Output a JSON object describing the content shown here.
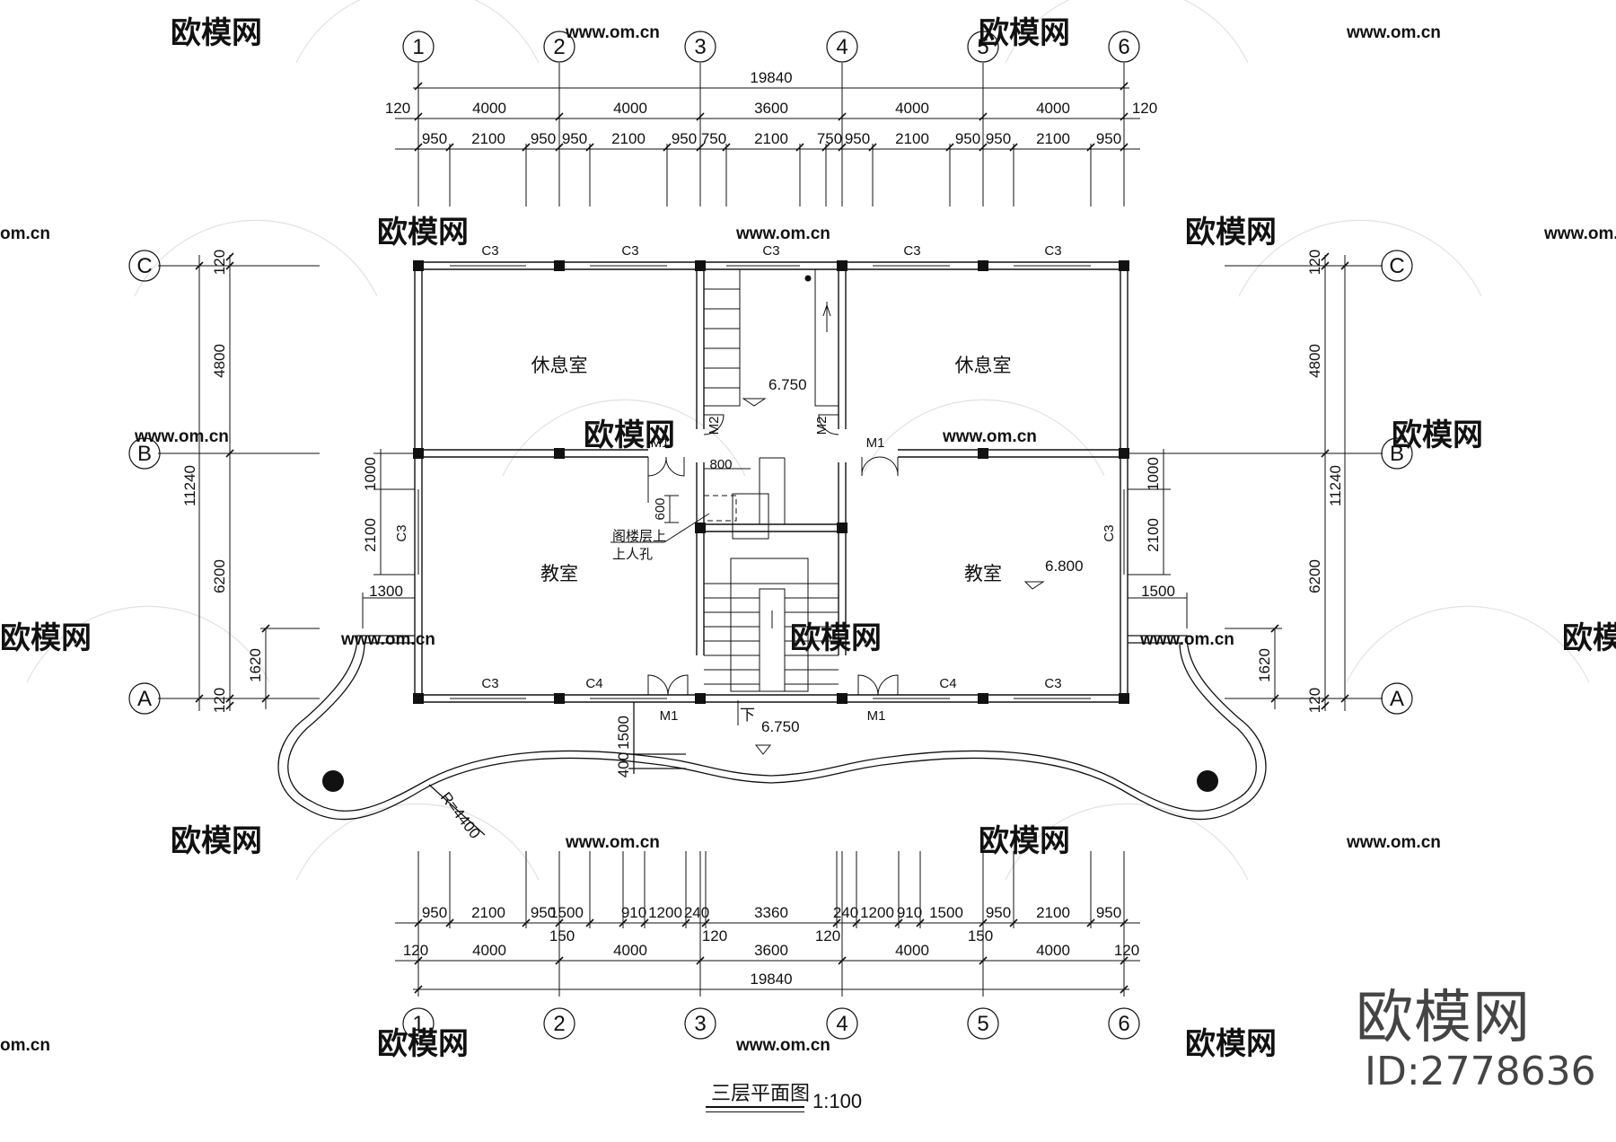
{
  "drawing": {
    "title": "三层平面图",
    "scale": "1:100"
  },
  "grid": {
    "columns": [
      "1",
      "2",
      "3",
      "4",
      "5",
      "6"
    ],
    "rows": [
      "A",
      "B",
      "C"
    ]
  },
  "top_dims": {
    "total": "19840",
    "bays": [
      "4000",
      "4000",
      "3600",
      "4000",
      "4000"
    ],
    "edge_left": "120",
    "edge_right": "120",
    "openings": [
      "950",
      "2100",
      "950",
      "950",
      "2100",
      "950",
      "750",
      "2100",
      "750",
      "950",
      "2100",
      "950",
      "950",
      "2100",
      "950"
    ]
  },
  "bottom_dims": {
    "total": "19840",
    "bays": [
      "4000",
      "4000",
      "3600",
      "4000",
      "4000"
    ],
    "edges": [
      "120",
      "150",
      "120",
      "120",
      "150",
      "120"
    ],
    "openings": [
      "950",
      "2100",
      "950",
      "1500",
      "910",
      "1200",
      "240",
      "3360",
      "240",
      "1200",
      "910",
      "1500",
      "950",
      "2100",
      "950"
    ]
  },
  "left_dims": {
    "total": "11240",
    "upper": "4800",
    "lower": "6200",
    "top_edge": "120",
    "bottom_edge": "120",
    "balcony": "1620"
  },
  "right_dims": {
    "total": "11240",
    "upper": "4800",
    "lower": "6200",
    "top_edge": "120",
    "bottom_edge": "120",
    "balcony": "1620"
  },
  "side_window_dims": {
    "left_top": "1000",
    "left_window": "2100",
    "left_offset": "1300",
    "right_top": "1000",
    "right_window": "2100",
    "right_offset": "1500"
  },
  "front_dims": {
    "depth": "1500",
    "rail": "400",
    "radius": "R=4400"
  },
  "rooms": {
    "rest_left": "休息室",
    "rest_right": "休息室",
    "class_left": "教室",
    "class_right": "教室"
  },
  "windows": {
    "c3": "C3",
    "c4": "C4"
  },
  "doors": {
    "m1": "M1",
    "m2": "M2"
  },
  "levels": {
    "stair_landing": "6.750",
    "classroom": "6.800",
    "balcony": "6.750"
  },
  "notes": {
    "hatch_line1": "阁楼层上",
    "hatch_line2": "上人孔",
    "hatch_w": "800",
    "hatch_h": "600",
    "down": "下"
  },
  "watermark": {
    "brand": "欧模网",
    "id": "ID:2778636",
    "url": "www.om.cn",
    "url_short": "om.cn"
  },
  "colors": {
    "line": "#111111",
    "watermark": "#d4d4d4",
    "brand": "#444444"
  }
}
